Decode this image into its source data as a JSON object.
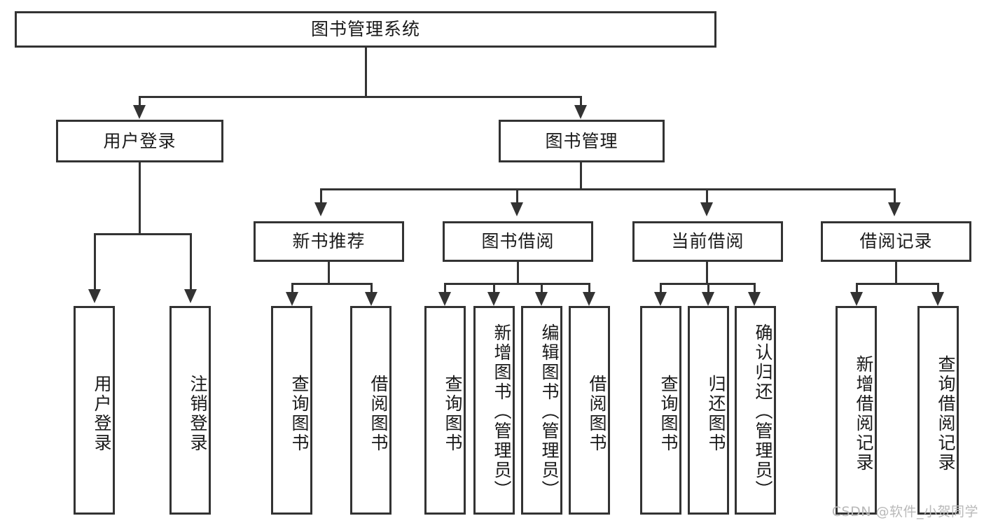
{
  "diagram": {
    "title": "图书管理系统",
    "type": "tree-hierarchy-diagram",
    "root": {
      "label": "图书管理系统"
    },
    "level2": [
      {
        "label": "用户登录"
      },
      {
        "label": "图书管理"
      }
    ],
    "level3": [
      {
        "label": "新书推荐"
      },
      {
        "label": "图书借阅"
      },
      {
        "label": "当前借阅"
      },
      {
        "label": "借阅记录"
      }
    ],
    "leaves": {
      "user_login": [
        {
          "label": "用户登录"
        },
        {
          "label": "注销登录"
        }
      ],
      "new_book_recommend": [
        {
          "label": "查询图书"
        },
        {
          "label": "借阅图书"
        }
      ],
      "book_borrow": [
        {
          "label": "查询图书"
        },
        {
          "label": "新增图书（管理员）"
        },
        {
          "label": "编辑图书（管理员）"
        },
        {
          "label": "借阅图书"
        }
      ],
      "current_borrow": [
        {
          "label": "查询图书"
        },
        {
          "label": "归还图书"
        },
        {
          "label": "确认归还（管理员）"
        }
      ],
      "borrow_record": [
        {
          "label": "新增借阅记录"
        },
        {
          "label": "查询借阅记录"
        }
      ]
    }
  },
  "watermark": {
    "text": "CSDN @软件_小贺同学"
  },
  "colors": {
    "stroke": "#333333",
    "background": "#ffffff",
    "text": "#1a1a1a",
    "watermark": "#b9b9b9"
  }
}
